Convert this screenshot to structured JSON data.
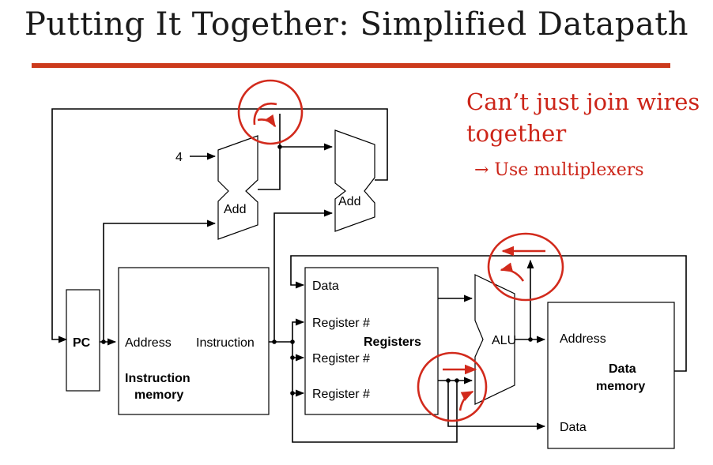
{
  "title": "Putting It Together: Simplified Datapath",
  "notes": {
    "line1": "Can’t just join wires",
    "line2": "together",
    "line3": "→ Use multiplexers"
  },
  "diagram": {
    "pc": "PC",
    "const_four": "4",
    "adder1": "Add",
    "adder2": "Add",
    "imem": {
      "address": "Address",
      "instruction": "Instruction",
      "title_line1": "Instruction",
      "title_line2": "memory"
    },
    "regs": {
      "data": "Data",
      "reg1": "Register #",
      "reg2": "Register #",
      "reg3": "Register #",
      "title": "Registers"
    },
    "alu": "ALU",
    "dmem": {
      "address": "Address",
      "data": "Data",
      "title_line1": "Data",
      "title_line2": "memory"
    }
  },
  "colors": {
    "accent": "#cc3a1c",
    "annotation": "#d22a1c"
  }
}
